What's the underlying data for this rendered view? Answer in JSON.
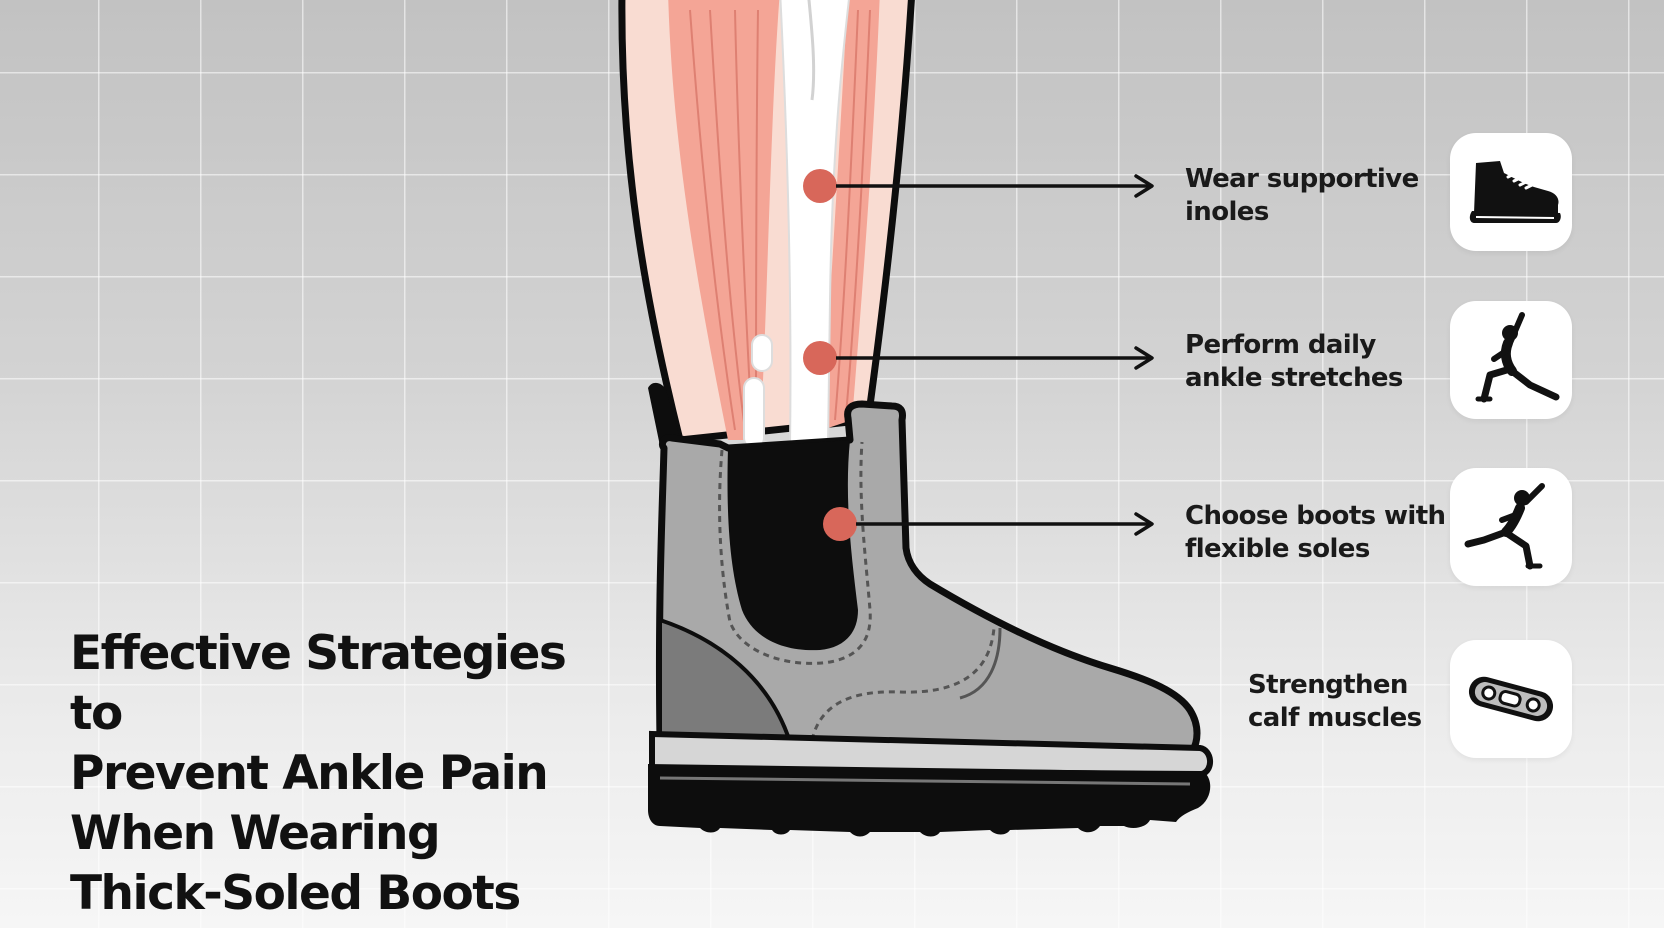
{
  "title": {
    "lines": [
      "Effective Strategies to",
      "Prevent Ankle Pain",
      "When Wearing",
      "Thick-Soled Boots"
    ]
  },
  "tips": [
    {
      "lines": [
        "Wear supportive",
        "inoles"
      ],
      "icon": "boot-icon"
    },
    {
      "lines": [
        "Perform daily",
        "ankle stretches"
      ],
      "icon": "lunge-stretch-icon"
    },
    {
      "lines": [
        "Choose boots with",
        "flexible soles"
      ],
      "icon": "lunge-stretch-icon"
    },
    {
      "lines": [
        "Strengthen",
        "calf muscles"
      ],
      "icon": "insole-icon"
    }
  ],
  "colors": {
    "marker": "#d8675a",
    "muscle": "#f4a596",
    "boot": "#a9a9a9",
    "outline": "#0d0d0d"
  }
}
